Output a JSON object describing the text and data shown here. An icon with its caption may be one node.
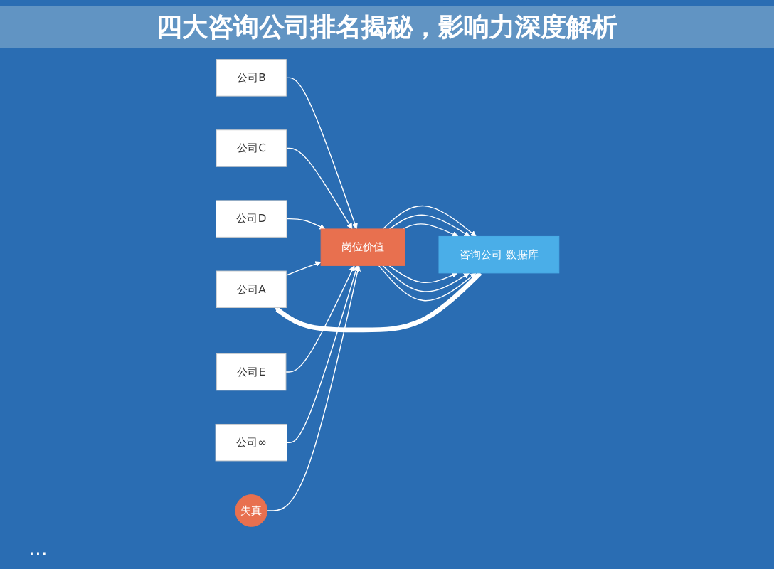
{
  "diagram": {
    "title": "四大咨询公司排名揭秘，影响力深度解析",
    "nodes": [
      {
        "text": [
          "公司A"
        ]
      },
      {
        "text": [
          "公司B"
        ]
      },
      {
        "text": [
          "公司C"
        ]
      },
      {
        "text": [
          "公司D"
        ]
      },
      {
        "text": [
          "公司E"
        ]
      },
      {
        "text": [
          "公司∞"
        ]
      },
      {
        "text": [
          "岗位价值"
        ]
      },
      {
        "text": [
          "咨询公司 数据库"
        ]
      },
      {
        "text": [
          "失真"
        ]
      }
    ],
    "edges": [
      {
        "from": 0,
        "to": 6,
        "arrow": "to"
      },
      {
        "from": 1,
        "to": 6,
        "arrow": "to"
      },
      {
        "from": 2,
        "to": 6,
        "arrow": "to"
      },
      {
        "from": 3,
        "to": 6,
        "arrow": "to"
      },
      {
        "from": 4,
        "to": 6,
        "arrow": "to"
      },
      {
        "from": 5,
        "to": 6,
        "arrow": "to"
      },
      {
        "from": 6,
        "to": 7,
        "arrow": "to"
      },
      {
        "from": 6,
        "to": 7,
        "arrow": "to"
      },
      {
        "from": 6,
        "to": 7,
        "arrow": "to"
      },
      {
        "from": 6,
        "to": 7,
        "arrow": "to"
      },
      {
        "from": 6,
        "to": 7,
        "arrow": "to"
      },
      {
        "from": 6,
        "to": 7,
        "arrow": "to"
      },
      {
        "from": 7,
        "to": 0,
        "arrow": "to",
        "style": "thick"
      },
      {
        "from": 8,
        "to": 6,
        "arrow": "to"
      }
    ],
    "labels": [
      "..."
    ]
  }
}
